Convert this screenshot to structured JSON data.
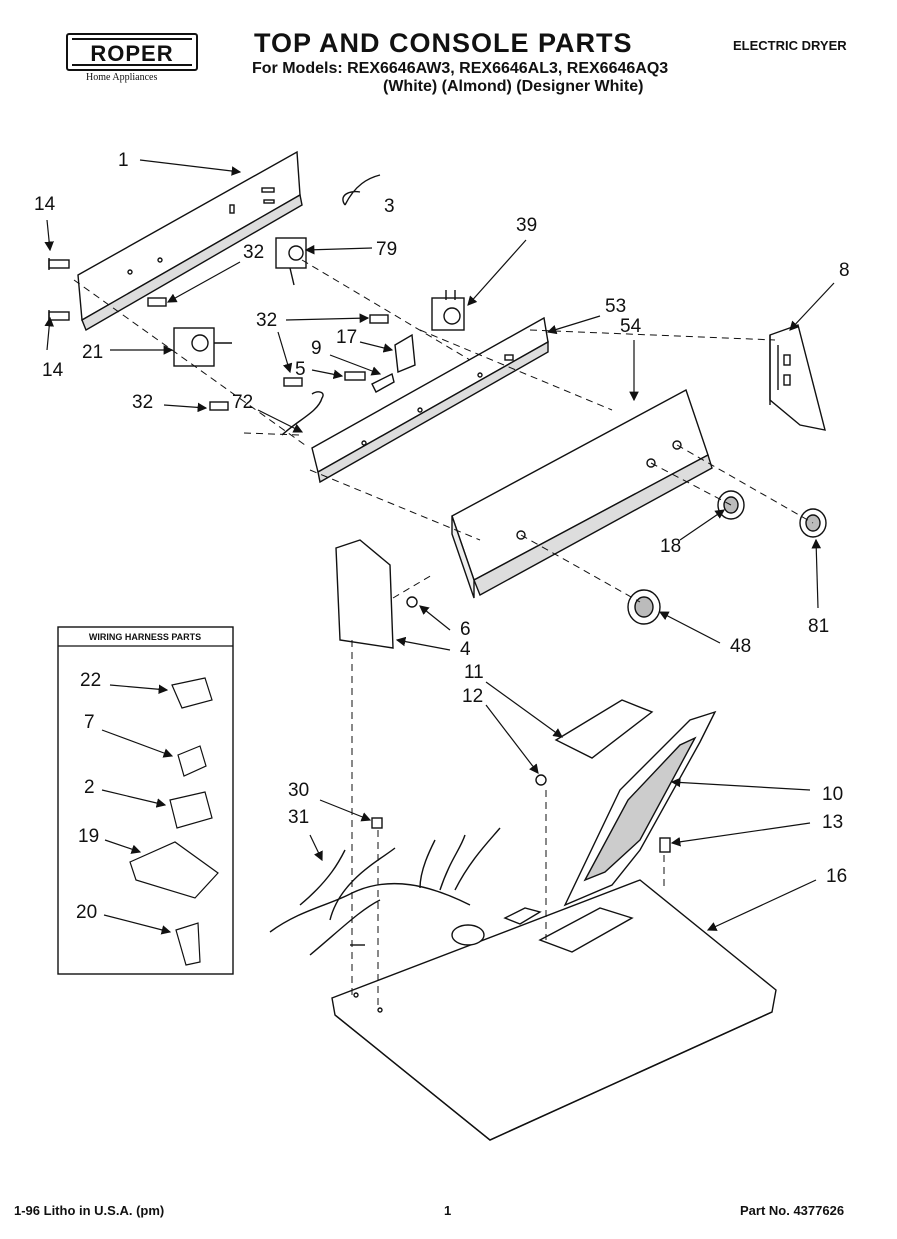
{
  "header": {
    "brand": "ROPER",
    "brand_sub": "Home Appliances",
    "title": "TOP AND CONSOLE PARTS",
    "models_line": "For Models: REX6646AW3, REX6646AL3, REX6646AQ3",
    "colors_line": "(White)    (Almond)   (Designer White)",
    "appliance": "ELECTRIC DRYER"
  },
  "harness_box": {
    "title": "WIRING HARNESS PARTS"
  },
  "callouts": {
    "c1": "1",
    "c3": "3",
    "c14a": "14",
    "c14b": "14",
    "c32a": "32",
    "c79": "79",
    "c39": "39",
    "c8": "8",
    "c53": "53",
    "c54": "54",
    "c21": "21",
    "c32b": "32",
    "c17": "17",
    "c9": "9",
    "c5": "5",
    "c32c": "32",
    "c72": "72",
    "c18": "18",
    "c81": "81",
    "c6": "6",
    "c4": "4",
    "c48": "48",
    "c11": "11",
    "c12": "12",
    "c10": "10",
    "c13": "13",
    "c30": "30",
    "c31": "31",
    "c16": "16",
    "c22": "22",
    "c7": "7",
    "c2": "2",
    "c19": "19",
    "c20": "20"
  },
  "footer": {
    "left": "1-96 Litho in U.S.A. (pm)",
    "center": "1",
    "right": "Part No. 4377626"
  }
}
